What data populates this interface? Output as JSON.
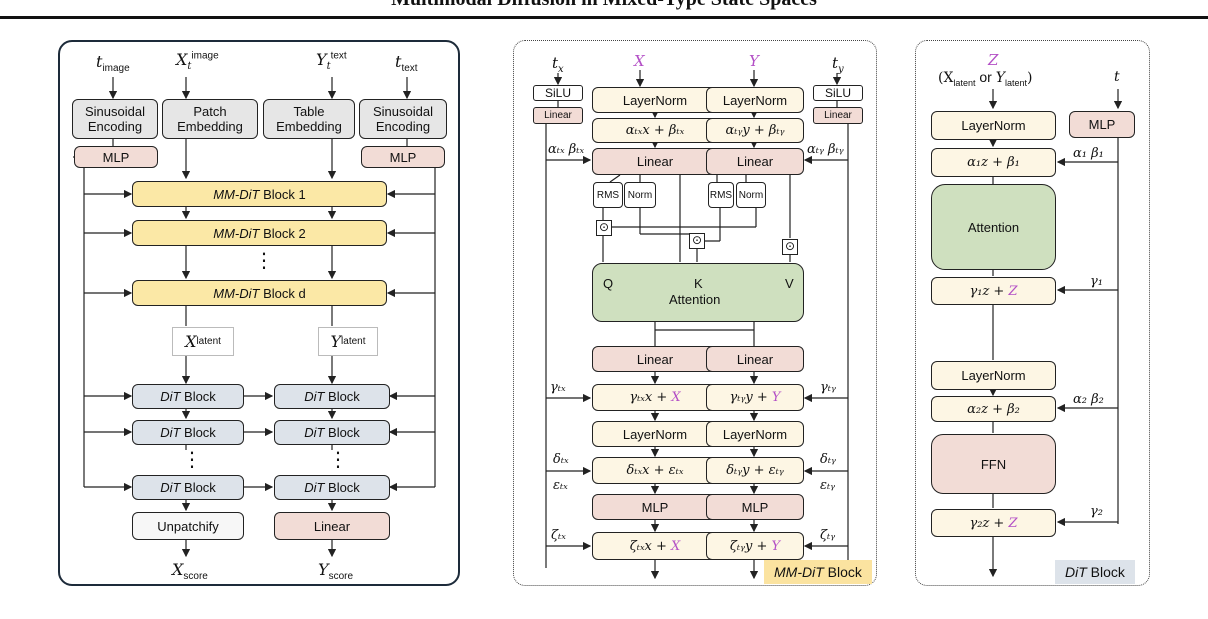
{
  "header": {
    "title": "Multimodal Diffusion in Mixed-Type State Spaces"
  },
  "colors": {
    "gray": "#e6e6e6",
    "pink": "#f2dcd6",
    "yellow": "#fbe8a6",
    "blue": "#dde3ea",
    "cream": "#fdf6e4",
    "green": "#cfe0bf",
    "magenta": "#b34fc6",
    "tag_yellow": "#fbe3a0",
    "tag_blue": "#dde3ea"
  },
  "left_panel": {
    "inputs": {
      "t_image": "t",
      "t_image_sub": "image",
      "x_image": "X",
      "x_image_sup": "image",
      "x_image_sub": "t",
      "y_text": "Y",
      "y_text_sup": "text",
      "y_text_sub": "t",
      "t_text": "t",
      "t_text_sub": "text"
    },
    "sin_left": "Sinusoidal Encoding",
    "patch_embedding": "Patch Embedding",
    "table_embedding": "Table Embedding",
    "sin_right": "Sinusoidal Encoding",
    "mlp_left": "MLP",
    "mlp_right": "MLP",
    "mmdit_block_italic": "MM-DiT",
    "mmdit_blocks": [
      " Block 1",
      " Block 2",
      " Block d"
    ],
    "vdots": "⋮",
    "x_latent": "X",
    "x_latent_sub": "latent",
    "y_latent": "Y",
    "y_latent_sub": "latent",
    "dit_italic": "DiT",
    "dit_label": " Block",
    "unpatchify": "Unpatchify",
    "linear": "Linear",
    "x_score": "X",
    "x_score_sub": "score",
    "y_score": "Y",
    "y_score_sub": "score"
  },
  "mid_panel": {
    "tx": "t",
    "tx_sub": "x",
    "ty": "t",
    "ty_sub": "y",
    "x_top": "X",
    "y_top": "Y",
    "silu": "SiLU",
    "linear_small": "Linear",
    "layernorm": "LayerNorm",
    "mod_x": "αₜₓx + βₜₓ",
    "mod_y": "αₜᵧy + βₜᵧ",
    "ab_left": "αₜₓ βₜₓ",
    "ab_right": "αₜᵧ βₜᵧ",
    "linear": "Linear",
    "rms": "RMS",
    "norm": "Norm",
    "odot": "⊙",
    "attn_q": "Q",
    "attn_k": "K",
    "attn_v": "V",
    "attention": "Attention",
    "gamma_left": "γₜₓ",
    "gamma_right": "γₜᵧ",
    "res_x_a": "γₜₓx + ",
    "res_x_b": "X",
    "res_y_a": "γₜᵧy + ",
    "res_y_b": "Y",
    "delta_left": "δₜₓ",
    "eps_left": "εₜₓ",
    "delta_right": "δₜᵧ",
    "eps_right": "εₜᵧ",
    "de_x": "δₜₓx + εₜₓ",
    "de_y": "δₜᵧy + εₜᵧ",
    "mlp": "MLP",
    "zeta_left": "ζₜₓ",
    "zeta_right": "ζₜᵧ",
    "z_x_a": "ζₜₓx + ",
    "z_x_b": "X",
    "z_y_a": "ζₜᵧy + ",
    "z_y_b": "Y",
    "tag_italic": "MM-DiT",
    "tag_rest": " Block"
  },
  "right_panel": {
    "z_top": "Z",
    "z_desc_a": "(X",
    "z_desc_a_sub": "latent",
    "z_desc_or": " or ",
    "z_desc_b": "Y",
    "z_desc_b_sub": "latent",
    "z_desc_end": ")",
    "t": "t",
    "layernorm": "LayerNorm",
    "mlp": "MLP",
    "mod1": "α₁z + β₁",
    "ab1": "α₁  β₁",
    "attention": "Attention",
    "gamma1": "γ₁",
    "res1_a": "γ₁z + ",
    "res1_b": "Z",
    "mod2": "α₂z + β₂",
    "ab2": "α₂  β₂",
    "ffn": "FFN",
    "gamma2": "γ₂",
    "res2_a": "γ₂z + ",
    "res2_b": "Z",
    "tag_italic": "DiT",
    "tag_rest": " Block"
  }
}
